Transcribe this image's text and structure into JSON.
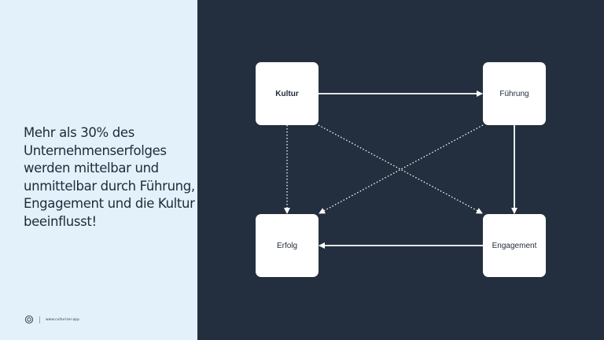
{
  "headline": "Mehr als 30% des Unternehmenserfolges werden mittelbar und unmittelbar durch Führung, Engagement und die Kultur beeinflusst!",
  "brand": {
    "url": "www.culturizer.app",
    "logo_icon": "culturizer-logo-icon"
  },
  "colors": {
    "left_background": "#e3f1fb",
    "right_background": "#232f3e",
    "node_fill": "#ffffff",
    "text": "#1f2a3a"
  },
  "diagram": {
    "nodes": {
      "kultur": "Kultur",
      "fuehrung": "Führung",
      "erfolg": "Erfolg",
      "engagement": "Engagement"
    },
    "edges": [
      {
        "from": "Kultur",
        "to": "Führung",
        "style": "solid"
      },
      {
        "from": "Führung",
        "to": "Engagement",
        "style": "solid"
      },
      {
        "from": "Engagement",
        "to": "Erfolg",
        "style": "solid"
      },
      {
        "from": "Kultur",
        "to": "Erfolg",
        "style": "dotted"
      },
      {
        "from": "Kultur",
        "to": "Engagement",
        "style": "dotted"
      },
      {
        "from": "Führung",
        "to": "Erfolg",
        "style": "dotted"
      }
    ]
  }
}
